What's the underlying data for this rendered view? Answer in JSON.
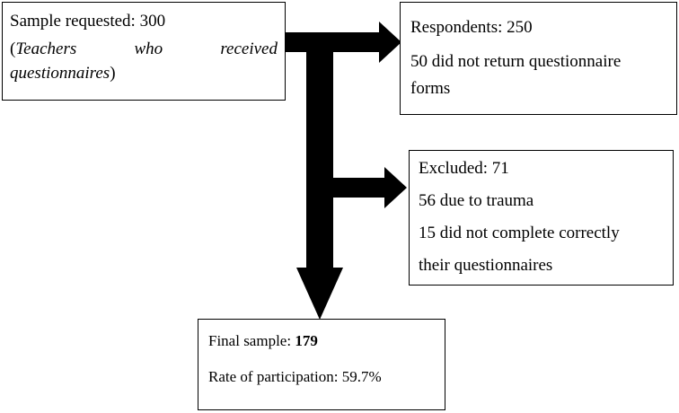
{
  "diagram": {
    "colors": {
      "stroke": "#000000",
      "fill": "#000000",
      "background": "#ffffff"
    },
    "sample_box": {
      "title": "Sample requested: 300",
      "paren_open": "(",
      "words": [
        "Teachers",
        "who",
        "received"
      ],
      "line3": "questionnaires",
      "paren_close": ")"
    },
    "respondents_box": {
      "title": "Respondents: 250",
      "line2": "50 did not return questionnaire",
      "line3": "forms"
    },
    "excluded_box": {
      "title": "Excluded: 71",
      "line2": "56 due to trauma",
      "line3": "15 did not complete correctly",
      "line4": "their questionnaires"
    },
    "final_box": {
      "label": "Final sample: ",
      "value": "179",
      "rate": "Rate of participation: 59.7%"
    }
  }
}
